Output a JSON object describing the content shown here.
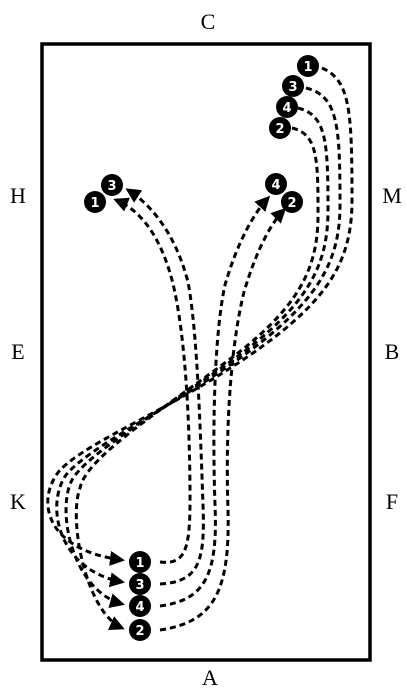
{
  "arena": {
    "letters": {
      "top": "C",
      "bottom": "A",
      "left_upper": "H",
      "left_middle": "E",
      "left_lower": "K",
      "right_upper": "M",
      "right_middle": "B",
      "right_lower": "F"
    },
    "border_color": "#000000",
    "path_color": "#000000"
  },
  "riders": {
    "top_right_group": [
      "1",
      "3",
      "4",
      "2"
    ],
    "bottom_group": [
      "1",
      "3",
      "4",
      "2"
    ],
    "end_left": [
      "1",
      "3"
    ],
    "end_right": [
      "4",
      "2"
    ]
  }
}
